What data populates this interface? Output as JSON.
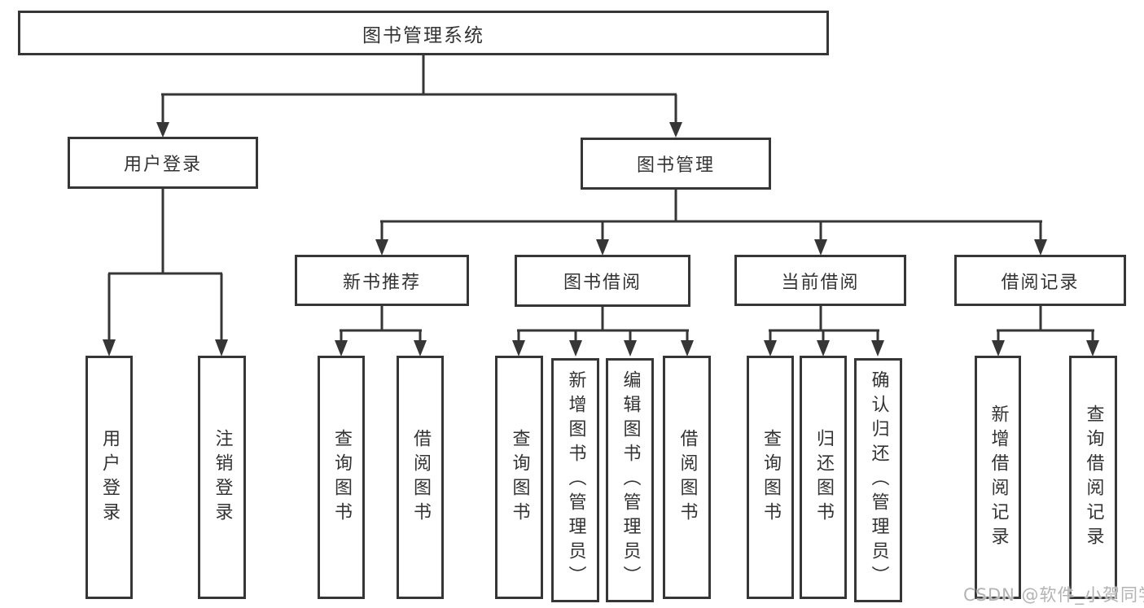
{
  "tree": {
    "label": "图书管理系统",
    "children": [
      {
        "label": "用户登录",
        "children": [
          {
            "label": "用户登录"
          },
          {
            "label": "注销登录"
          }
        ]
      },
      {
        "label": "图书管理",
        "children": [
          {
            "label": "新书推荐",
            "children": [
              {
                "label": "查询图书"
              },
              {
                "label": "借阅图书"
              }
            ]
          },
          {
            "label": "图书借阅",
            "children": [
              {
                "label": "查询图书"
              },
              {
                "label": "新增图书（管理员）"
              },
              {
                "label": "编辑图书（管理员）"
              },
              {
                "label": "借阅图书"
              }
            ]
          },
          {
            "label": "当前借阅",
            "children": [
              {
                "label": "查询图书"
              },
              {
                "label": "归还图书"
              },
              {
                "label": "确认归还（管理员）"
              }
            ]
          },
          {
            "label": "借阅记录",
            "children": [
              {
                "label": "新增借阅记录"
              },
              {
                "label": "查询借阅记录"
              }
            ]
          }
        ]
      }
    ]
  },
  "watermark": {
    "text": "CSDN @软件_小贺同学"
  },
  "colors": {
    "line": "#363636",
    "box_border": "#363636",
    "text": "#333333",
    "watermark": "#b3b3b3",
    "background": "#ffffff"
  }
}
